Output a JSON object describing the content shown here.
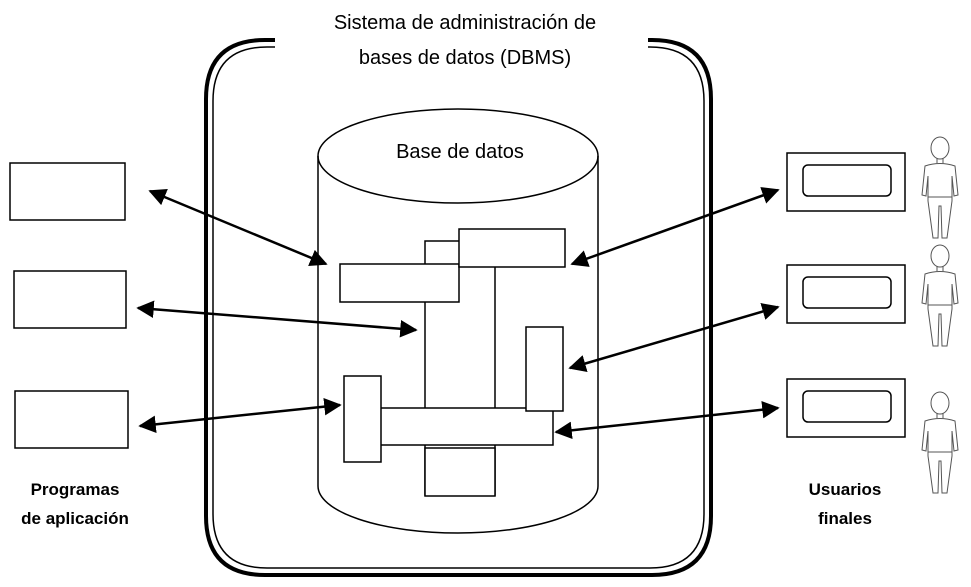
{
  "dbms": {
    "line1": "Sistema de administración de",
    "line2": "bases de datos (DBMS)"
  },
  "database": {
    "label": "Base de datos"
  },
  "left_group": {
    "line1": "Programas",
    "line2": "de aplicación"
  },
  "right_group": {
    "line1": "Usuarios",
    "line2": "finales"
  },
  "colors": {
    "stroke": "#000000",
    "background": "#ffffff"
  }
}
